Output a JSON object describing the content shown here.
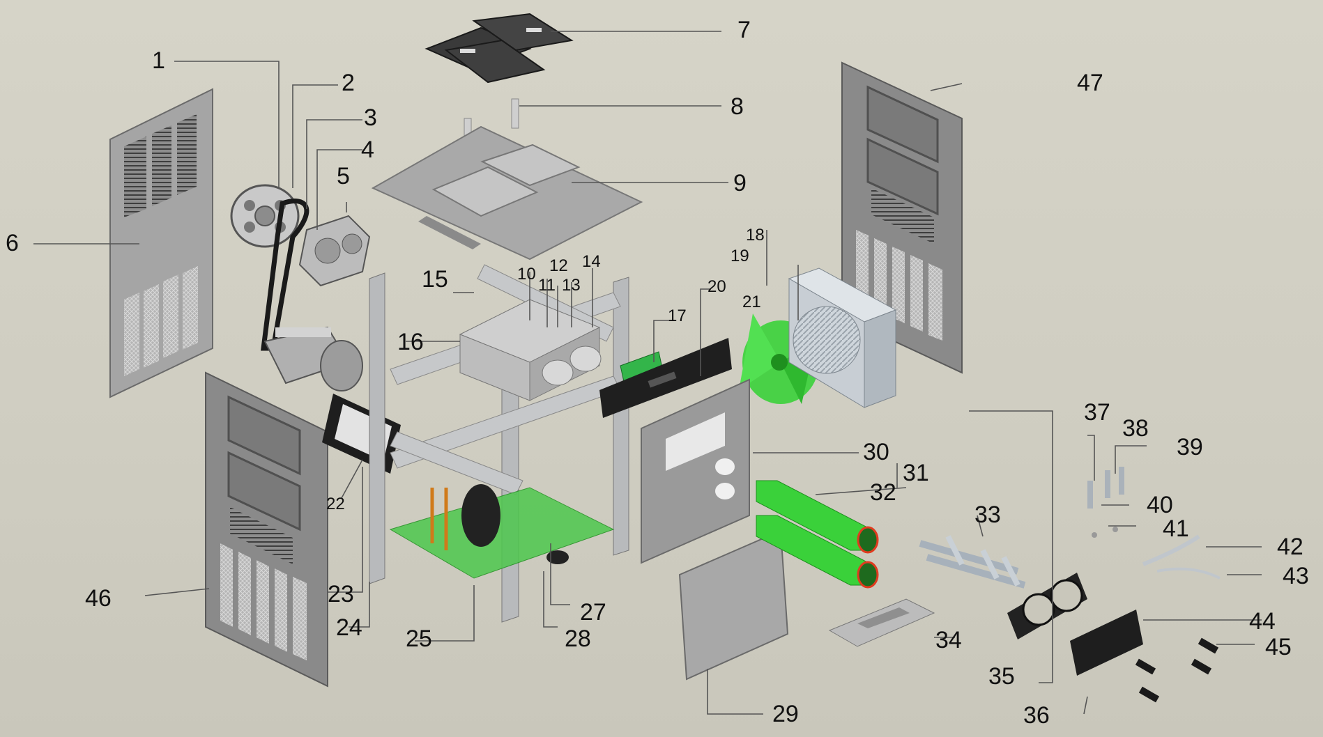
{
  "colors": {
    "background": "#d2d0c4",
    "panel": "#9e9e9e",
    "panel_dark": "#6e6e6e",
    "frame": "#b4b6b8",
    "tray": "#9fc0a0",
    "green_part": "#3ad13a",
    "black_part": "#1e1e1e",
    "leader": "#555555"
  },
  "callouts": [
    {
      "id": "1",
      "text": "1"
    },
    {
      "id": "2",
      "text": "2"
    },
    {
      "id": "3",
      "text": "3"
    },
    {
      "id": "4",
      "text": "4"
    },
    {
      "id": "5",
      "text": "5"
    },
    {
      "id": "6",
      "text": "6"
    },
    {
      "id": "7",
      "text": "7"
    },
    {
      "id": "8",
      "text": "8"
    },
    {
      "id": "9",
      "text": "9"
    },
    {
      "id": "10",
      "text": "10"
    },
    {
      "id": "11",
      "text": "11"
    },
    {
      "id": "12",
      "text": "12"
    },
    {
      "id": "13",
      "text": "13"
    },
    {
      "id": "14",
      "text": "14"
    },
    {
      "id": "15",
      "text": "15"
    },
    {
      "id": "16",
      "text": "16"
    },
    {
      "id": "17",
      "text": "17"
    },
    {
      "id": "18",
      "text": "18"
    },
    {
      "id": "19",
      "text": "19"
    },
    {
      "id": "20",
      "text": "20"
    },
    {
      "id": "21",
      "text": "21"
    },
    {
      "id": "22",
      "text": "22"
    },
    {
      "id": "23",
      "text": "23"
    },
    {
      "id": "24",
      "text": "24"
    },
    {
      "id": "25",
      "text": "25"
    },
    {
      "id": "27",
      "text": "27"
    },
    {
      "id": "28",
      "text": "28"
    },
    {
      "id": "29",
      "text": "29"
    },
    {
      "id": "30",
      "text": "30"
    },
    {
      "id": "31",
      "text": "31"
    },
    {
      "id": "32",
      "text": "32"
    },
    {
      "id": "33",
      "text": "33"
    },
    {
      "id": "34",
      "text": "34"
    },
    {
      "id": "35",
      "text": "35"
    },
    {
      "id": "36",
      "text": "36"
    },
    {
      "id": "37",
      "text": "37"
    },
    {
      "id": "38",
      "text": "38"
    },
    {
      "id": "39",
      "text": "39"
    },
    {
      "id": "40",
      "text": "40"
    },
    {
      "id": "41",
      "text": "41"
    },
    {
      "id": "42",
      "text": "42"
    },
    {
      "id": "43",
      "text": "43"
    },
    {
      "id": "44",
      "text": "44"
    },
    {
      "id": "45",
      "text": "45"
    },
    {
      "id": "46",
      "text": "46"
    },
    {
      "id": "47",
      "text": "47"
    }
  ]
}
